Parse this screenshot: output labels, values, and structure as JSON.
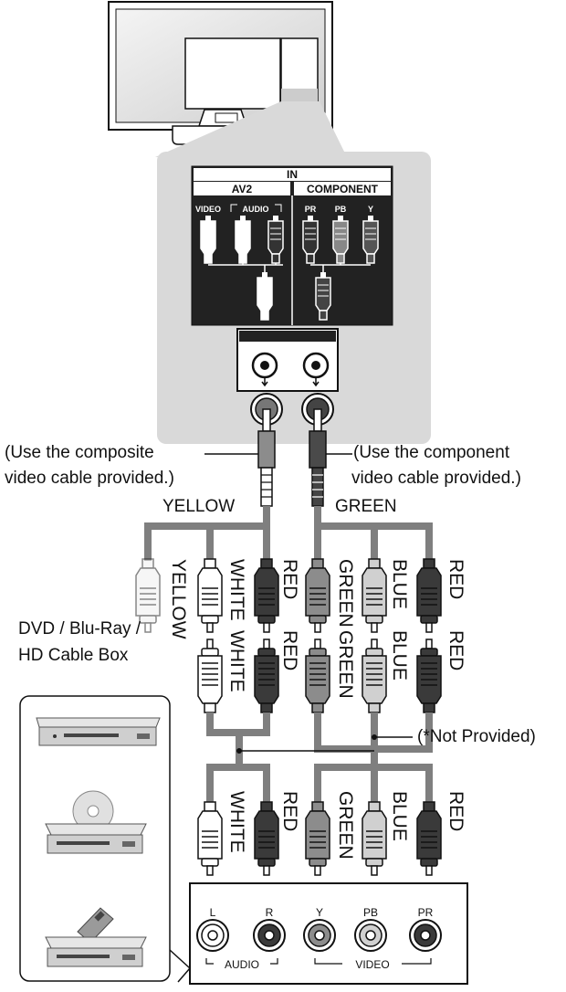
{
  "panel": {
    "in": "IN",
    "av2": "AV2",
    "component": "COMPONENT",
    "video": "VIDEO",
    "audio": "AUDIO",
    "pr": "PR",
    "pb": "PB",
    "y": "Y"
  },
  "notes": {
    "composite": [
      "(Use the composite",
      "video cable provided.)"
    ],
    "component": [
      "(Use the component",
      "video cable provided.)"
    ],
    "not_provided": "(*Not Provided)"
  },
  "cable_colors": {
    "left_label": "YELLOW",
    "right_label": "GREEN"
  },
  "top_row": [
    "YELLOW",
    "WHITE",
    "RED",
    "GREEN",
    "BLUE",
    "RED"
  ],
  "middle_row": [
    "WHITE",
    "RED",
    "GREEN",
    "BLUE",
    "RED"
  ],
  "bottom_row": [
    "WHITE",
    "RED",
    "GREEN",
    "BLUE",
    "RED"
  ],
  "device_label": [
    "DVD / Blu-Ray /",
    "HD Cable Box"
  ],
  "device_ports": {
    "l": "L",
    "r": "R",
    "y": "Y",
    "pb": "PB",
    "pr": "PR",
    "audio": "AUDIO",
    "video": "VIDEO"
  },
  "colors": {
    "panel_bg": "#d9d9d9",
    "cable_gray": "#7f7f7f",
    "dark_plug": "#3a3a3a",
    "mid_plug": "#8c8c8c",
    "light_plug": "#d0d0d0",
    "white_plug": "#ffffff"
  }
}
